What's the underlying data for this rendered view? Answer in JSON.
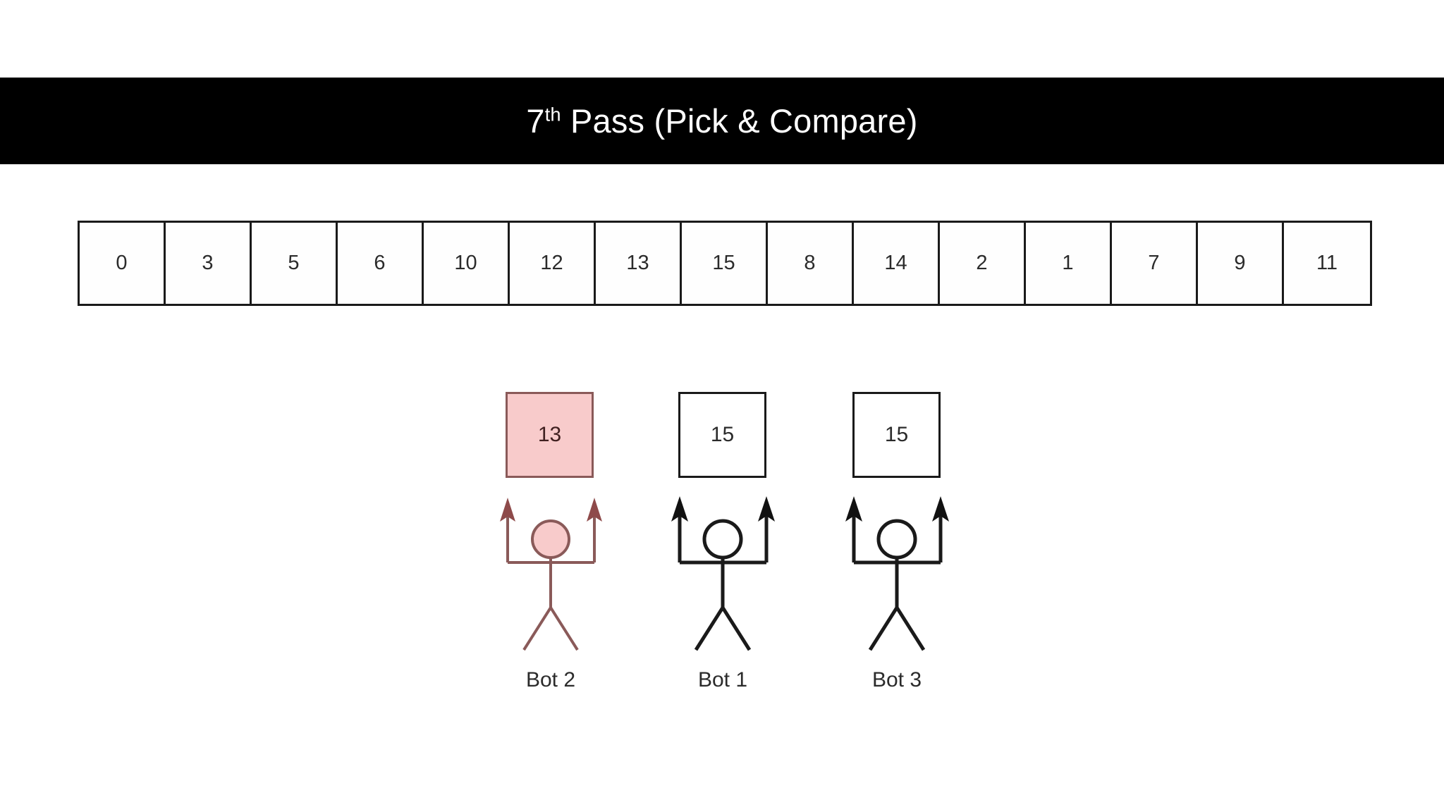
{
  "banner": {
    "title_prefix": "7",
    "title_sup": "th",
    "title_rest": " Pass (Pick & Compare)",
    "background_color": "#000000",
    "text_color": "#ffffff"
  },
  "array": {
    "label": "array-row",
    "cells": [
      "0",
      "3",
      "5",
      "6",
      "10",
      "12",
      "13",
      "15",
      "8",
      "14",
      "2",
      "1",
      "7",
      "9",
      "11"
    ],
    "cell_count": 15,
    "border_color": "#1a1a1a"
  },
  "bots": [
    {
      "name": "Bot 2",
      "held_value": "13",
      "highlighted": true,
      "color": "#f8cbcb",
      "stroke": "#8a5a59"
    },
    {
      "name": "Bot 1",
      "held_value": "15",
      "highlighted": false,
      "color": "#ffffff",
      "stroke": "#1a1a1a"
    },
    {
      "name": "Bot 3",
      "held_value": "15",
      "highlighted": false,
      "color": "#ffffff",
      "stroke": "#1a1a1a"
    }
  ]
}
